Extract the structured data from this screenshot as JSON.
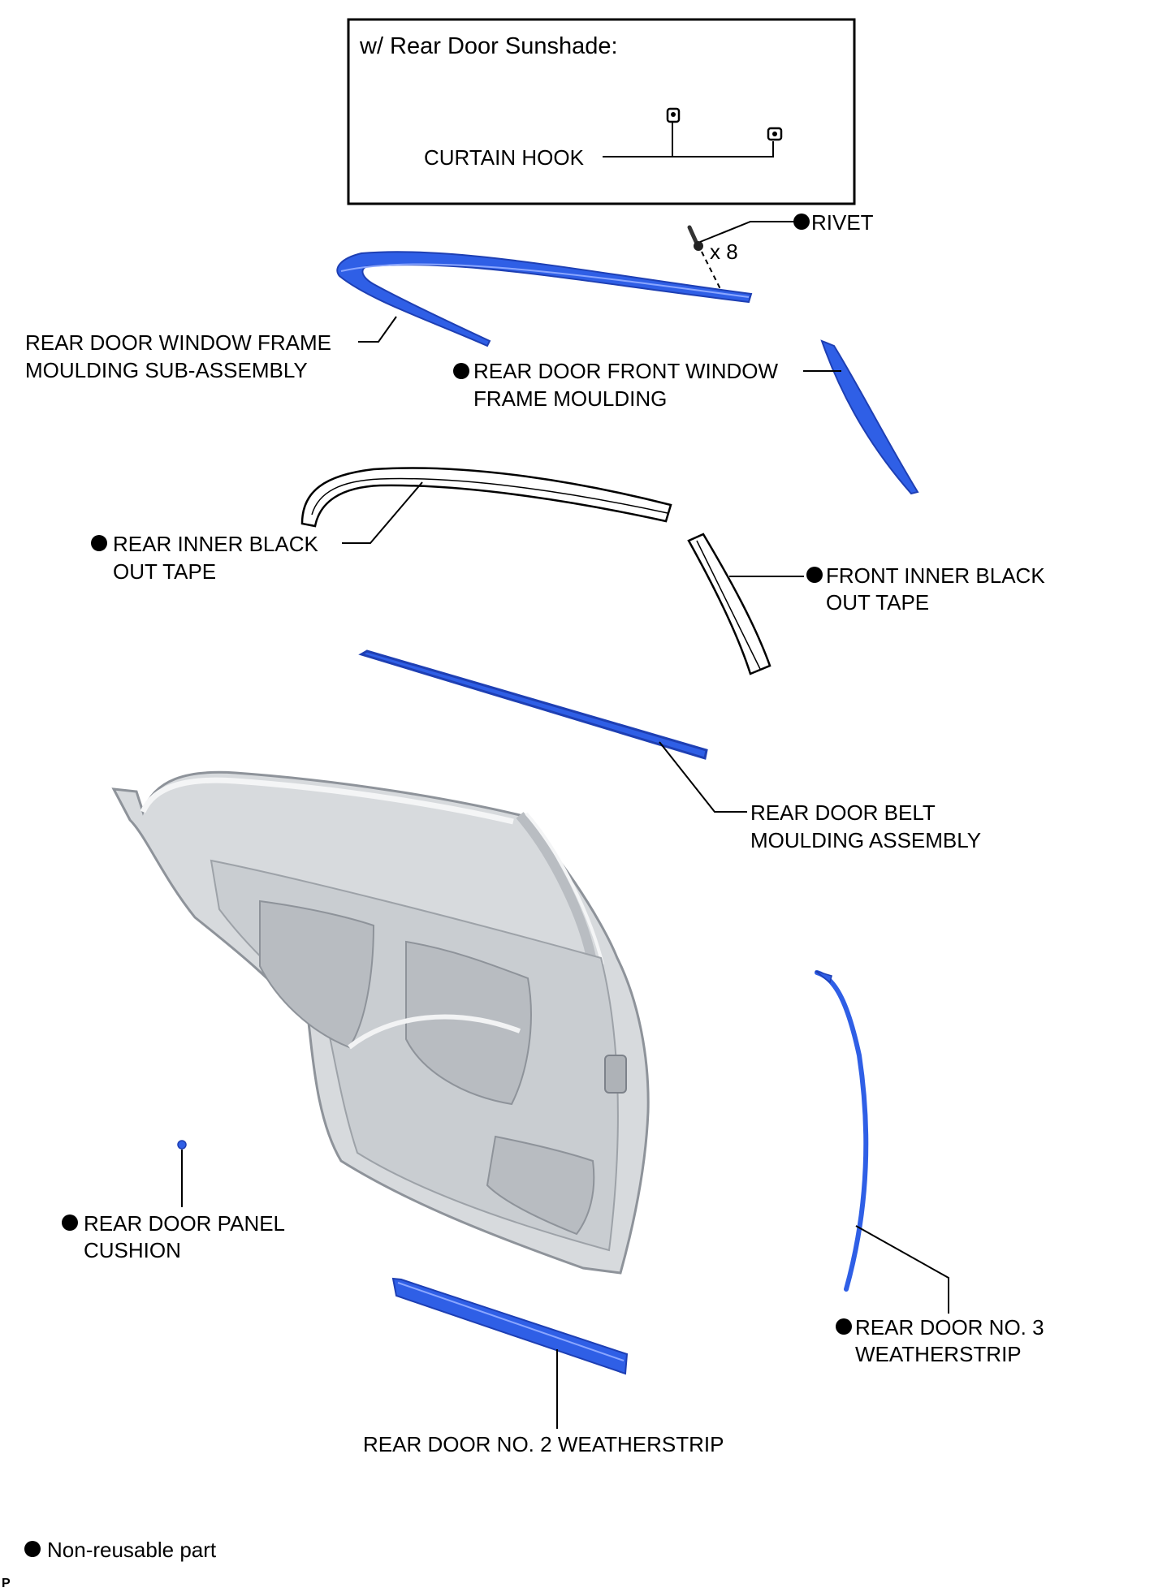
{
  "inset": {
    "title": "w/ Rear Door Sunshade:",
    "label": "CURTAIN HOOK"
  },
  "colors": {
    "part_blue": "#2f5fe6",
    "part_blue_dark": "#1e3fb3",
    "door_gray": "#d7dadd",
    "door_gray_dark": "#9da2a8",
    "line": "#000000"
  },
  "labels": {
    "rivet": "RIVET",
    "rivet_qty": "x 8",
    "window_frame_1": "REAR DOOR WINDOW FRAME",
    "window_frame_2": "MOULDING SUB-ASSEMBLY",
    "front_window_1": "REAR DOOR FRONT WINDOW",
    "front_window_2": "FRAME MOULDING",
    "rear_tape_1": "REAR INNER BLACK",
    "rear_tape_2": "OUT TAPE",
    "front_tape_1": "FRONT INNER BLACK",
    "front_tape_2": "OUT TAPE",
    "belt_1": "REAR DOOR BELT",
    "belt_2": "MOULDING ASSEMBLY",
    "cushion_1": "REAR DOOR PANEL",
    "cushion_2": "CUSHION",
    "no3_1": "REAR DOOR NO. 3",
    "no3_2": "WEATHERSTRIP",
    "no2": "REAR DOOR NO. 2 WEATHERSTRIP"
  },
  "legend": {
    "non_reusable": "Non-reusable part"
  },
  "corner_mark": "P"
}
